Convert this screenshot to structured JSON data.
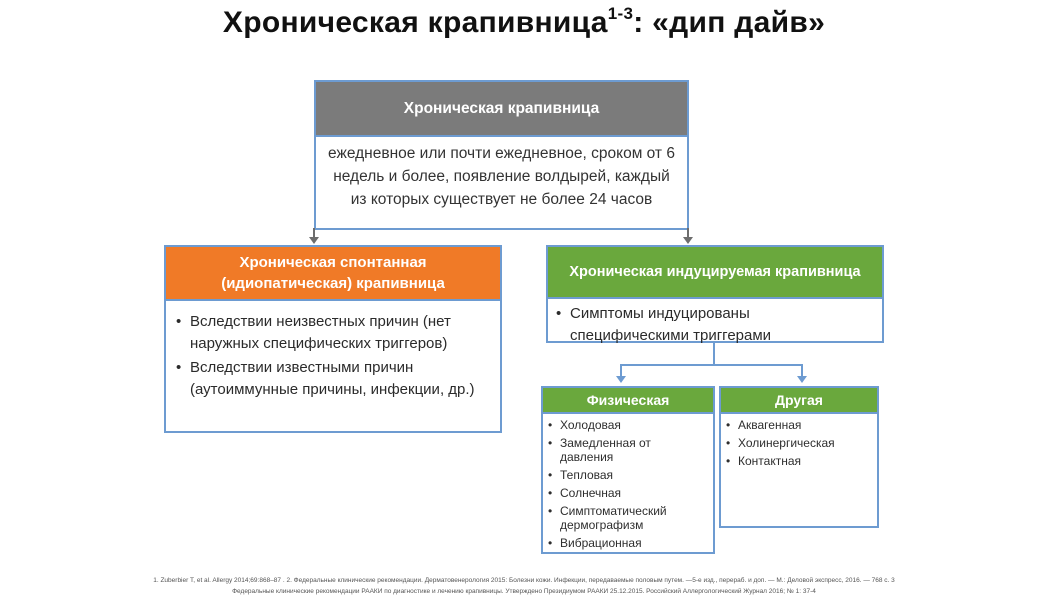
{
  "title": {
    "text": "Хроническая крапивница",
    "superscript": "1-3",
    "suffix": ": «дип дайв»"
  },
  "main_card": {
    "header": "Хроническая крапивница",
    "description": "ежедневное или почти ежедневное, сроком от 6 недель и более, появление волдырей, каждый из которых существует не более 24 часов"
  },
  "spontaneous_card": {
    "header_line1": "Хроническая спонтанная",
    "header_line2": "(идиопатическая) крапивница",
    "bullets": [
      "Вследствии неизвестных причин (нет наружных специфических триггеров)",
      "Вследствии известными причин (аутоиммунные причины, инфекции, др.)"
    ]
  },
  "induced_card": {
    "header": "Хроническая индуцируемая крапивница",
    "bullets": [
      "Симптомы индуцированы специфическими триггерами"
    ]
  },
  "physical_card": {
    "header": "Физическая",
    "items": [
      "Холодовая",
      "Замедленная от давления",
      "Тепловая",
      "Солнечная",
      "Симптоматический дермографизм",
      "Вибрационная"
    ]
  },
  "other_card": {
    "header": "Другая",
    "items": [
      "Аквагенная",
      "Холинергическая",
      "Контактная"
    ]
  },
  "references": {
    "line1": "1. Zuberbier T, et al. Allergy 2014;69:868–87 . 2. Федеральные клинические рекомендации. Дерматовенерология 2015: Болезни кожи. Инфекции, передаваемые половым путем. —5-е изд., перераб. и доп. — М.: Деловой экспресс, 2016. — 768 с. 3",
    "line2": "Федеральные клинические рекомендации РААКИ по диагностике и лечению крапивницы. Утверждено Президиумом РААКИ 25.12.2015. Российский Аллергологический Журнал 2016; № 1: 37-4"
  },
  "colors": {
    "main_header": "#7b7b7b",
    "spontaneous_header": "#f07a27",
    "induced_header": "#6aa83d",
    "border": "#6d9bd1"
  }
}
